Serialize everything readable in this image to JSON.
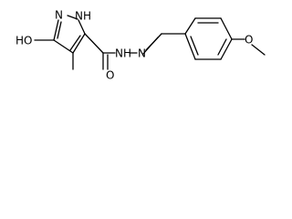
{
  "molecule": {
    "labels": {
      "nh_ring": "NH",
      "n_ring": "N",
      "hydroxyl": "HO",
      "carbonyl_o": "O",
      "hydrazide_nh": "NH",
      "imine_n": "N",
      "methoxy_o": "O"
    },
    "colors": {
      "bond": "#000000",
      "text": "#000000",
      "background": "#ffffff"
    }
  }
}
